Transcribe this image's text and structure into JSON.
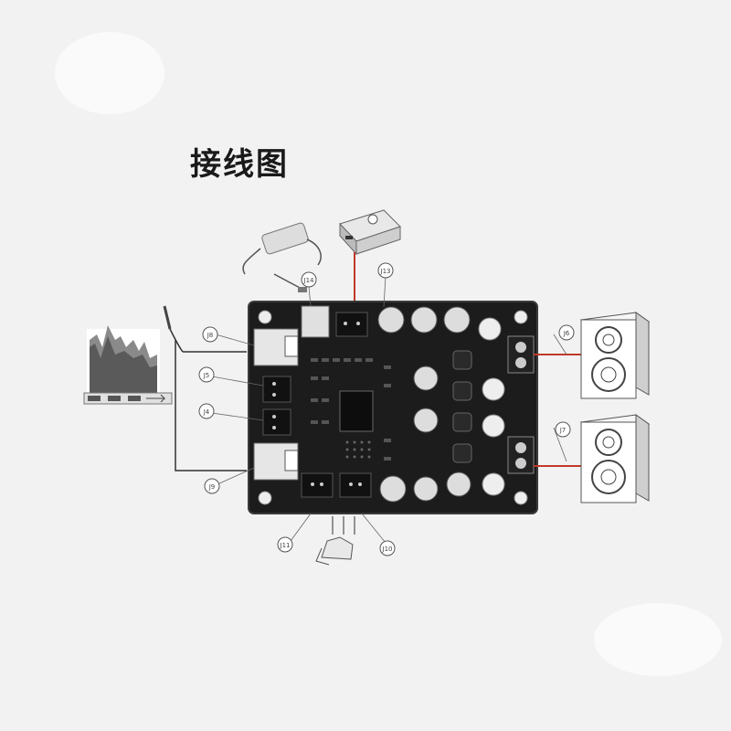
{
  "title": "接线图",
  "callouts": [
    {
      "id": "c-top-left",
      "label": "J14"
    },
    {
      "id": "c-top-right",
      "label": "J13"
    },
    {
      "id": "c-input-1",
      "label": "J8"
    },
    {
      "id": "c-input-2",
      "label": "J5"
    },
    {
      "id": "c-input-3",
      "label": "J4"
    },
    {
      "id": "c-input-4",
      "label": "J9"
    },
    {
      "id": "c-bottom-left",
      "label": "J11"
    },
    {
      "id": "c-bottom-right",
      "label": "J10"
    },
    {
      "id": "c-speaker-1",
      "label": "J6"
    },
    {
      "id": "c-speaker-2",
      "label": "J7"
    }
  ],
  "colors": {
    "board": "#1c1c1c",
    "board_edge": "#3a3a3a",
    "wire": "#c0392b",
    "bg": "#f2f2f2"
  },
  "icons": [
    "power-adapter-icon",
    "bluetooth-module-icon",
    "audio-waveform-icon",
    "audio-plug-icon",
    "speaker-icon",
    "knob-icon"
  ]
}
